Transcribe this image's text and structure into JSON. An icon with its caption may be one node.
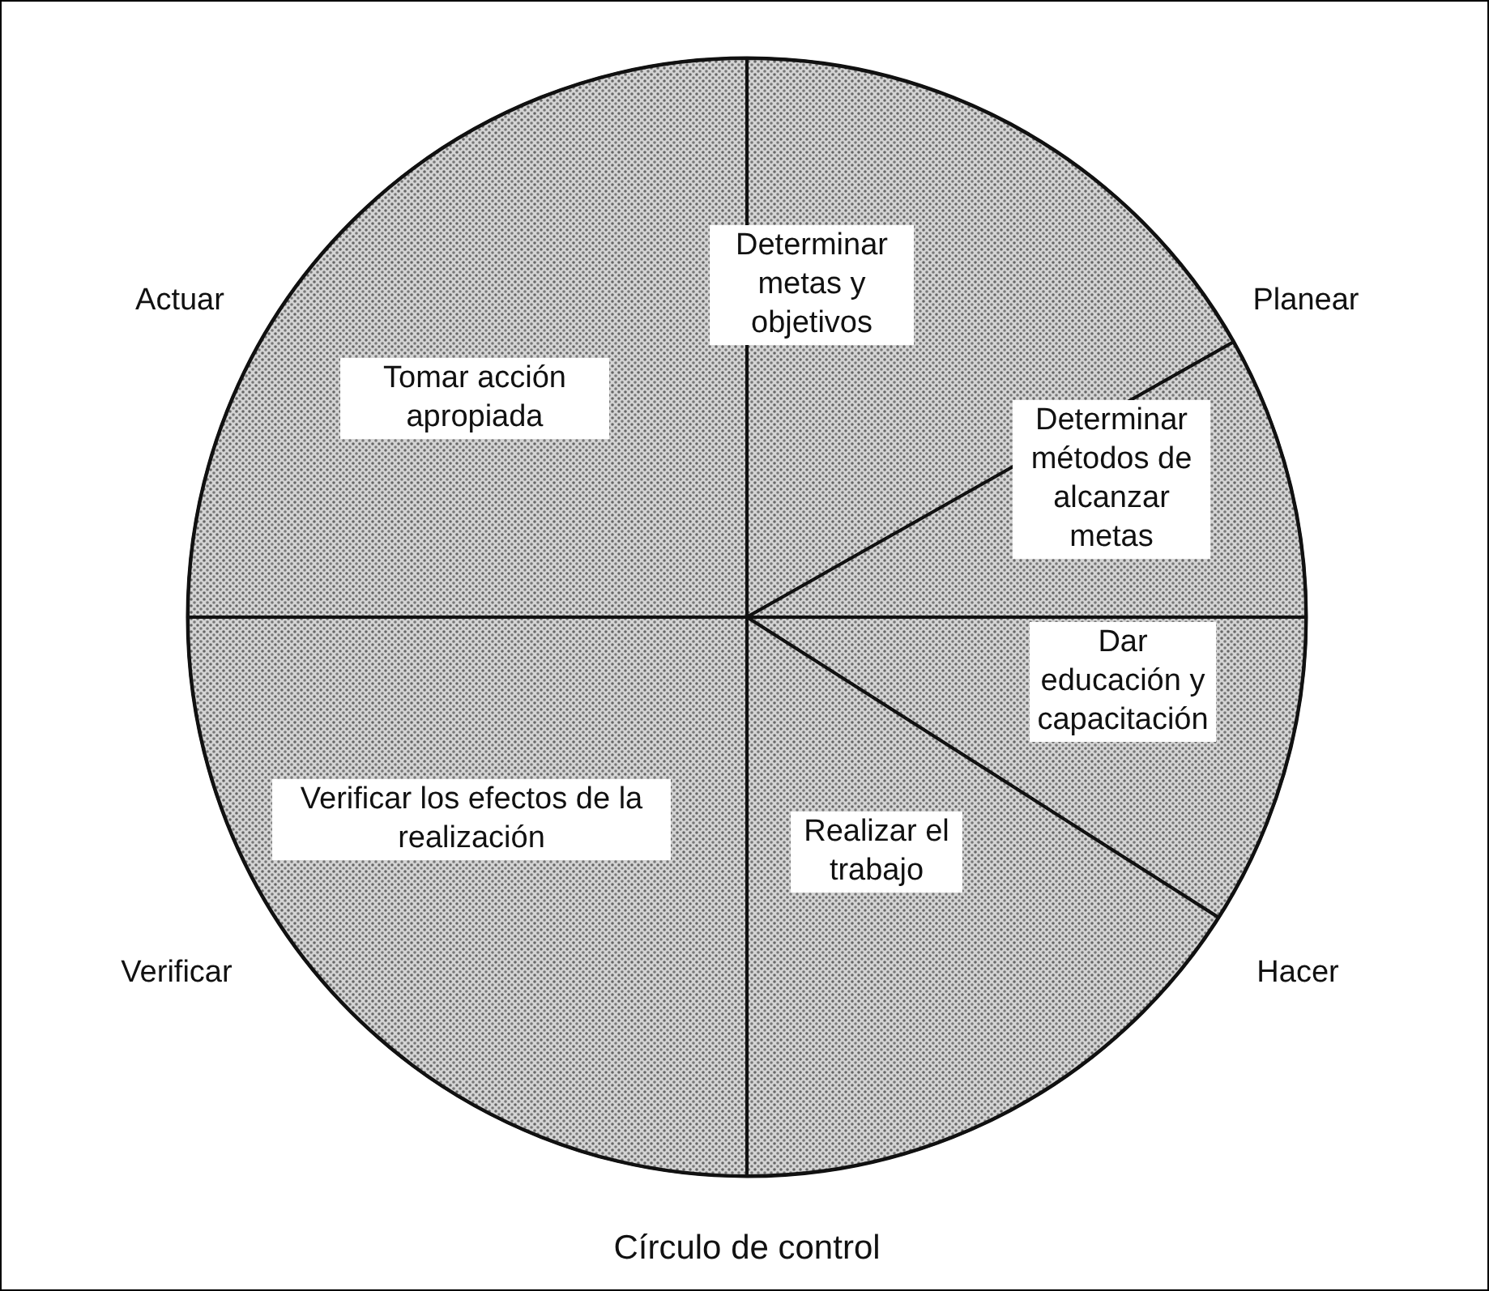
{
  "diagram": {
    "caption": "Círculo de control",
    "nodes": [
      {
        "text": [],
        "shape": "circle"
      },
      {
        "text": [
          "Determinar metas y objetivos"
        ],
        "in": 0
      },
      {
        "text": [
          "Determinar métodos de alcanzar metas"
        ],
        "in": 0
      },
      {
        "text": [
          "Dar educación y capacitación"
        ],
        "in": 0
      },
      {
        "text": [
          "Realizar el trabajo"
        ],
        "in": 0
      },
      {
        "text": [
          "Verificar los efectos de la realización"
        ],
        "in": 0
      },
      {
        "text": [
          "Tomar acción apropiada"
        ],
        "in": 0
      }
    ],
    "edges": [],
    "labels": [
      "Actuar",
      "Planear",
      "Hacer",
      "Verificar"
    ]
  }
}
